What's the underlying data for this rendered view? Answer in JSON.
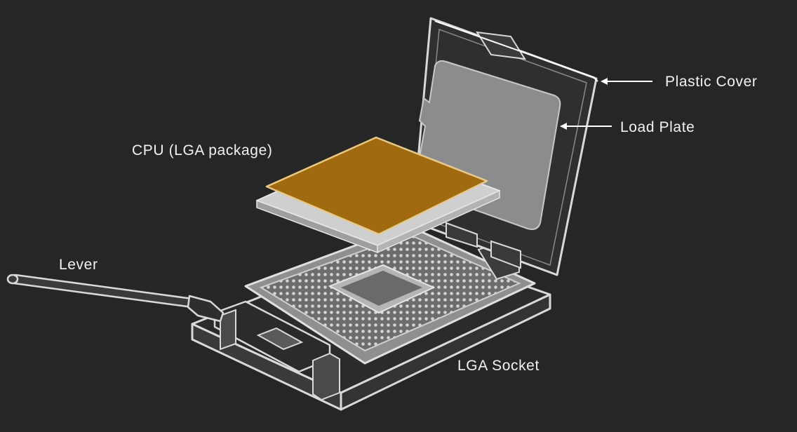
{
  "labels": {
    "plastic_cover": "Plastic Cover",
    "load_plate": "Load Plate",
    "cpu": "CPU (LGA package)",
    "lever": "Lever",
    "lga_socket": "LGA Socket"
  },
  "colors": {
    "background": "#262626",
    "line": "#d9d9d9",
    "fill_dark": "#2b2b2b",
    "load_plate_window": "#8c8c8c",
    "cpu_substrate": "#a06a10",
    "pin_field": "#9a9a9a",
    "text": "#f2f2f2"
  }
}
